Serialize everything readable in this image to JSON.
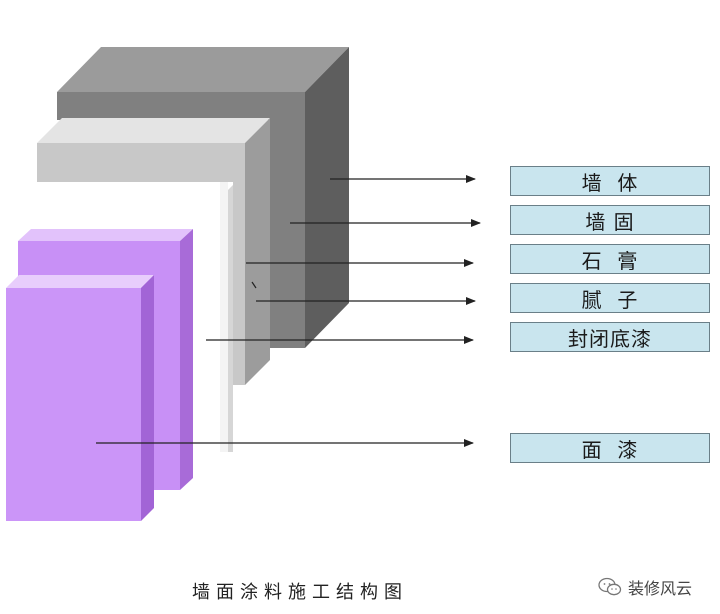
{
  "layers": [
    {
      "id": "wall",
      "label": "墙  体",
      "color": "#808080"
    },
    {
      "id": "primer-fix",
      "label": "墙 固",
      "color": "#9a9a9a"
    },
    {
      "id": "gypsum",
      "label": "石  膏",
      "color": "#c8c8c8"
    },
    {
      "id": "putty",
      "label": "腻  子",
      "color": "#f2f2f2"
    },
    {
      "id": "sealing-primer",
      "label": "封闭底漆",
      "color": "#d3a3f2"
    },
    {
      "id": "topcoat",
      "label": "面  漆",
      "color": "#c98ef8"
    }
  ],
  "caption": "墙面涂料施工结构图",
  "watermark": "装修风云",
  "colors": {
    "label_fill": "#c9e5ee",
    "label_border": "#6a7f88",
    "arrow": "#222222"
  }
}
